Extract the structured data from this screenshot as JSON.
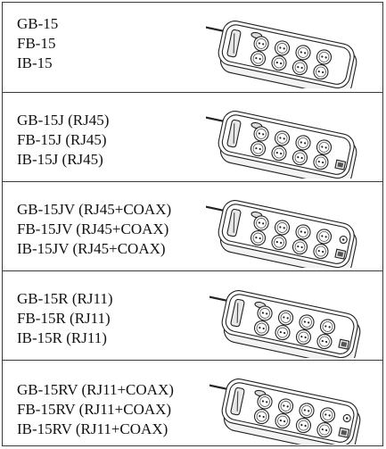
{
  "rows": [
    {
      "lines": [
        "GB-15",
        "FB-15",
        "IB-15"
      ],
      "image": "power-strip-8-sockets"
    },
    {
      "lines": [
        "GB-15J (RJ45)",
        "FB-15J (RJ45)",
        "IB-15J (RJ45)"
      ],
      "image": "power-strip-8-sockets-rj45"
    },
    {
      "lines": [
        "GB-15JV (RJ45+COAX)",
        "FB-15JV (RJ45+COAX)",
        "IB-15JV (RJ45+COAX)"
      ],
      "image": "power-strip-8-sockets-rj45-coax"
    },
    {
      "lines": [
        "GB-15R (RJ11)",
        "FB-15R (RJ11)",
        "IB-15R (RJ11)"
      ],
      "image": "power-strip-8-sockets-rj11"
    },
    {
      "lines": [
        "GB-15RV (RJ11+COAX)",
        "FB-15RV (RJ11+COAX)",
        "IB-15RV (RJ11+COAX)"
      ],
      "image": "power-strip-8-sockets-rj11-coax"
    }
  ]
}
